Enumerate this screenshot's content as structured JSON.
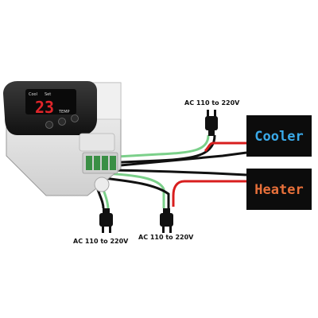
{
  "controller": {
    "label_cool": "Cool",
    "label_set": "Set",
    "display_value": "23",
    "label_temp": "TEMP"
  },
  "loads": {
    "cooler_label": "Cooler",
    "heater_label": "Heater",
    "cooler_color": "#3aa9e8",
    "heater_color": "#e8703a"
  },
  "plugs": {
    "top_label": "AC 110 to 220V",
    "bottom_left_label": "AC 110 to 220V",
    "bottom_mid_label": "AC 110 to 220V"
  },
  "wire_colors": {
    "black": "#111111",
    "red": "#d81e1e",
    "green": "#7bd08a"
  }
}
